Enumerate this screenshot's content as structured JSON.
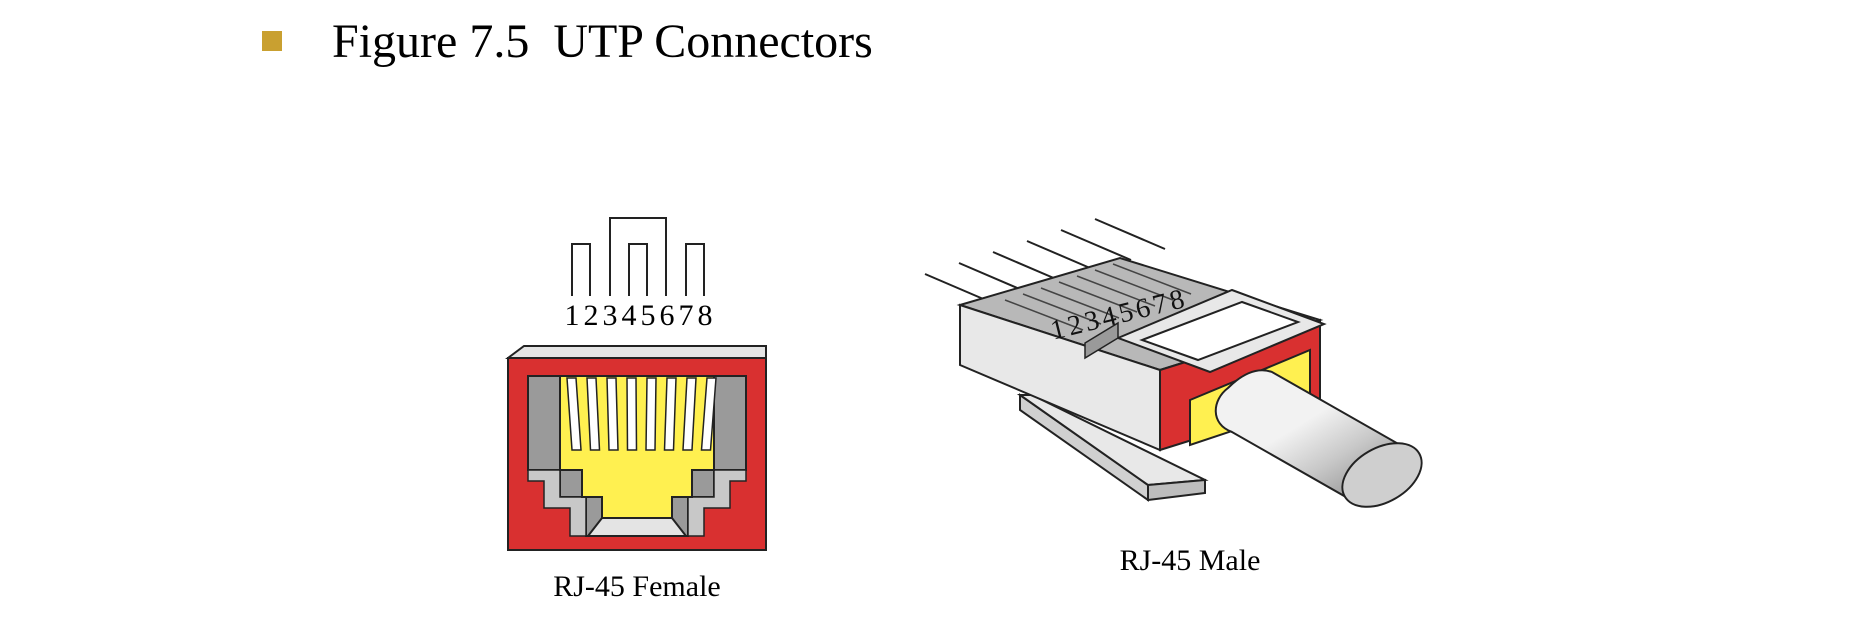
{
  "slide": {
    "title": "Figure 7.5  UTP Connectors",
    "bullet_color": "#C9A030"
  },
  "female": {
    "label": "RJ-45 Female",
    "pins": [
      "1",
      "2",
      "3",
      "4",
      "5",
      "6",
      "7",
      "8"
    ]
  },
  "male": {
    "label": "RJ-45 Male",
    "pins": [
      "1",
      "2",
      "3",
      "4",
      "5",
      "6",
      "7",
      "8"
    ]
  },
  "colors": {
    "red": "#D93030",
    "yellow": "#FFF050",
    "grey_dark": "#9A9A9A",
    "grey_mid": "#C4C4C4",
    "grey_light": "#E8E8E8",
    "outline": "#222222"
  }
}
